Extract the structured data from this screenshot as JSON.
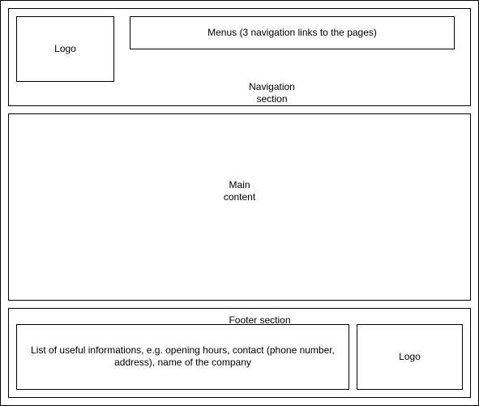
{
  "navigation": {
    "label": "Navigation\nsection",
    "logo": "Logo",
    "menus": "Menus (3 navigation links to the pages)"
  },
  "main": {
    "label": "Main\ncontent"
  },
  "footer": {
    "label": "Footer section",
    "info": "List of useful informations, e.g. opening hours, contact (phone number,\naddress), name of the company",
    "logo": "Logo"
  }
}
